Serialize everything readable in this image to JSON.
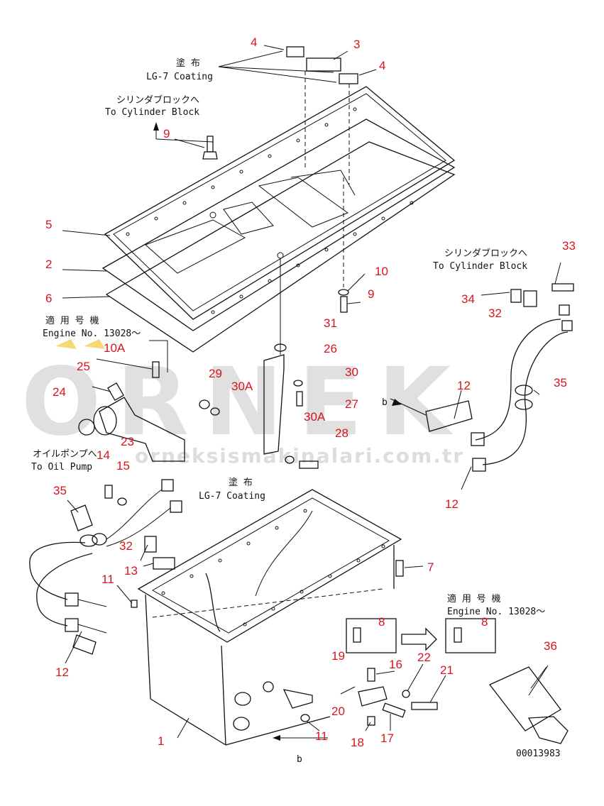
{
  "watermark": {
    "brand": "ORNEK",
    "url": "orneksismakinalari.com.tr"
  },
  "notes": {
    "coating_top_jp": "塗 布",
    "coating_top_en": "LG-7 Coating",
    "coating_mid_jp": "塗 布",
    "coating_mid_en": "LG-7 Coating",
    "to_cyl_left_jp": "シリンダブロックへ",
    "to_cyl_left_en": "To Cylinder Block",
    "to_cyl_right_jp": "シリンダブロックへ",
    "to_cyl_right_en": "To Cylinder Block",
    "engine_left_jp": "適 用 号 機",
    "engine_left_en": "Engine No. 13028～",
    "engine_right_jp": "適 用 号 機",
    "engine_right_en": "Engine No. 13028～",
    "oil_pump_jp": "オイルポンプへ",
    "oil_pump_en": "To Oil Pump",
    "view_b_top": "b",
    "view_b_bottom": "b",
    "drawing_number": "00013983"
  },
  "callouts": [
    "4",
    "3",
    "4",
    "9",
    "5",
    "2",
    "6",
    "10A",
    "25",
    "24",
    "23",
    "29",
    "30A",
    "31",
    "26",
    "30",
    "27",
    "30A",
    "28",
    "10",
    "9",
    "33",
    "34",
    "32",
    "35",
    "12",
    "12",
    "14",
    "15",
    "35",
    "32",
    "13",
    "11",
    "12",
    "7",
    "8",
    "8",
    "19",
    "16",
    "22",
    "21",
    "20",
    "11",
    "18",
    "17",
    "1",
    "36"
  ],
  "colors": {
    "callout": "#d8141c",
    "line": "#111111",
    "watermark": "#c8c8c8",
    "accent": "#f2b705"
  }
}
